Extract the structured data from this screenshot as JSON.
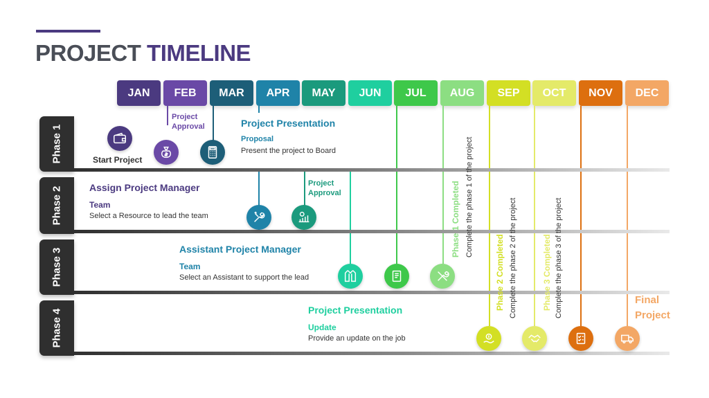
{
  "title": {
    "part1": "PROJECT",
    "part2": "TIMELINE"
  },
  "months": [
    {
      "label": "JAN",
      "color": "#4b3a80"
    },
    {
      "label": "FEB",
      "color": "#6a49a6"
    },
    {
      "label": "MAR",
      "color": "#1d5e78"
    },
    {
      "label": "APR",
      "color": "#1f83a8"
    },
    {
      "label": "MAY",
      "color": "#1b9a7d"
    },
    {
      "label": "JUN",
      "color": "#1fcf9f"
    },
    {
      "label": "JUL",
      "color": "#3ec84a"
    },
    {
      "label": "AUG",
      "color": "#8cde82"
    },
    {
      "label": "SEP",
      "color": "#d3df24"
    },
    {
      "label": "OCT",
      "color": "#e4ea69"
    },
    {
      "label": "NOV",
      "color": "#dd6f0f"
    },
    {
      "label": "DEC",
      "color": "#f3a765"
    }
  ],
  "phases": [
    "Phase 1",
    "Phase 2",
    "Phase 3",
    "Phase 4"
  ],
  "phase1": {
    "start": "Start Project",
    "approval_line1": "Project",
    "approval_line2": "Approval",
    "presentation_title": "Project Presentation",
    "presentation_sub_title": "Proposal",
    "presentation_desc": "Present the project to Board"
  },
  "phase2": {
    "title": "Assign Project Manager",
    "sub_title": "Team",
    "desc": "Select a Resource to lead the team",
    "approval_line1": "Project",
    "approval_line2": "Approval"
  },
  "phase3": {
    "title": "Assistant Project Manager",
    "sub_title": "Team",
    "desc": "Select an Assistant to support the lead"
  },
  "phase4": {
    "title": "Project Presentation",
    "sub_title": "Update",
    "desc": "Provide an update on the job",
    "final_line1": "Final",
    "final_line2": "Project"
  },
  "milestones": {
    "p1_title": "Phase 1 Completed",
    "p1_desc": "Complete the phase 1 of the project",
    "p2_title": "Phase 2 Completed",
    "p2_desc": "Complete the phase 2 of the project",
    "p3_title": "Phase 3 Completed",
    "p3_desc": "Complete the phase 3 of the project"
  },
  "icons": [
    "wallet-icon",
    "money-bag-icon",
    "calculator-icon",
    "tools-icon",
    "money-growth-icon",
    "vest-icon",
    "document-icon",
    "wrench-icon",
    "dollar-hand-icon",
    "handshake-icon",
    "checklist-icon",
    "delivery-truck-icon"
  ],
  "colors": {
    "title_dark": "#4a4e57",
    "title_accent": "#4b3a80",
    "phase_tab": "#2f2f2f"
  }
}
